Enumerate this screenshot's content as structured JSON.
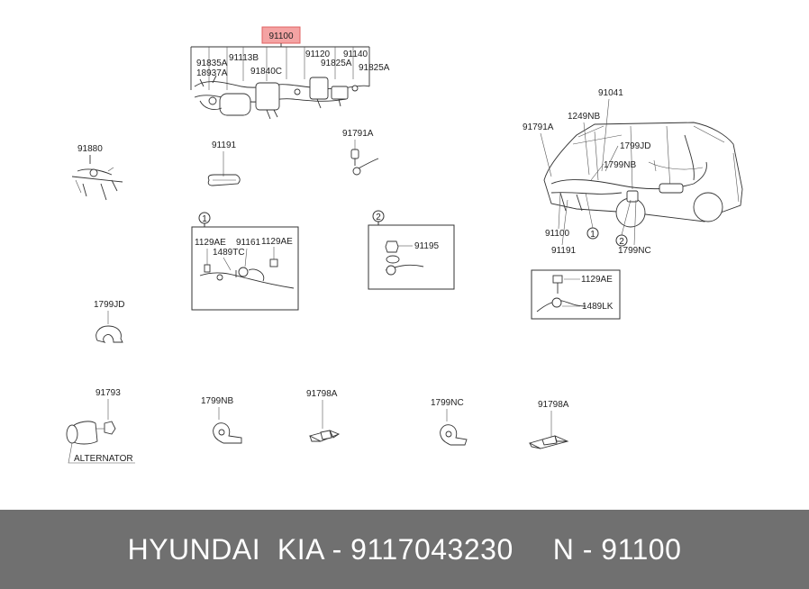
{
  "highlight_part": "91100",
  "colors": {
    "highlight_fill": "#f4a3a3",
    "highlight_stroke": "#e06060",
    "footer_bg": "#707070"
  },
  "labels": {
    "p91835A": "91835A",
    "p18937A": "18937A",
    "p91113B": "91113B",
    "p91840C": "91840C",
    "p91120": "91120",
    "p91140": "91140",
    "p91825A_1": "91825A",
    "p91825A_2": "91825A",
    "p91880": "91880",
    "p91191_top": "91191",
    "p91791A_top": "91791A",
    "p91041": "91041",
    "p91791A_car": "91791A",
    "p1249NB": "1249NB",
    "p1799JD_car": "1799JD",
    "p1799NB_car": "1799NB",
    "p91100_car": "91100",
    "p91191_car": "91191",
    "p1799NC_car": "1799NC",
    "circle1": "1",
    "circle2": "2",
    "p1129AE_a": "1129AE",
    "p91161": "91161",
    "p1129AE_b": "1129AE",
    "p1489TC": "1489TC",
    "p91195": "91195",
    "p1129AE_c": "1129AE",
    "p1489LK": "1489LK",
    "p1799JD": "1799JD",
    "p91793": "91793",
    "alternator": "ALTERNATOR",
    "p1799NB": "1799NB",
    "p91798A_1": "91798A",
    "p1799NC": "1799NC",
    "p91798A_2": "91798A"
  },
  "footer": {
    "brand": "HYUNDAI  KIA - 9117043230",
    "part_no": "N - 91100"
  }
}
